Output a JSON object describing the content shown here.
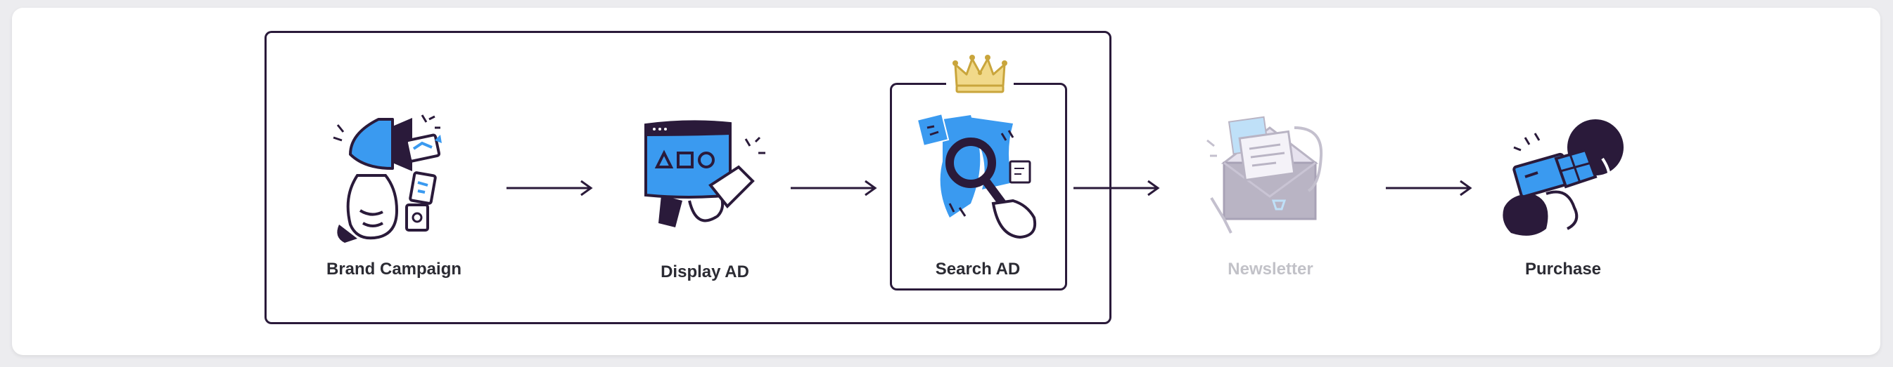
{
  "stages": [
    {
      "label": "Brand Campaign",
      "icon": "megaphone-icon",
      "faded": false
    },
    {
      "label": "Display AD",
      "icon": "browser-ad-icon",
      "faded": false
    },
    {
      "label": "Search AD",
      "icon": "magnifier-icon",
      "faded": false,
      "highlighted": true
    },
    {
      "label": "Newsletter",
      "icon": "envelope-news-icon",
      "faded": true
    },
    {
      "label": "Purchase",
      "icon": "card-package-icon",
      "faded": false
    }
  ],
  "highlight_badge": "crown-icon",
  "colors": {
    "ink": "#2a1a3a",
    "accent_blue": "#3a9af0",
    "gold": "#d4b24a",
    "faded_art": "#b9b4c4",
    "text": "#2b2b33",
    "faded_text": "#c2c2c8"
  }
}
